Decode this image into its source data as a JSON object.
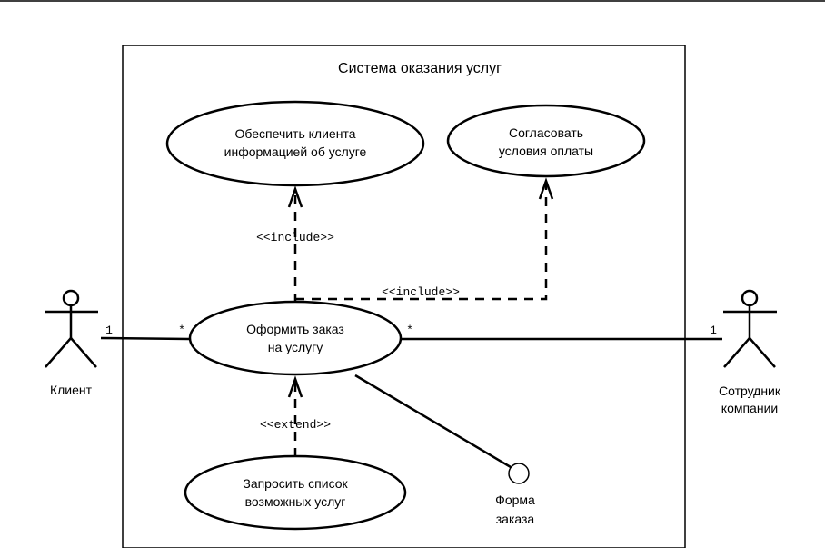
{
  "system": {
    "title": "Система оказания услуг"
  },
  "actors": {
    "client": {
      "name": "Клиент",
      "multiplicity": "1"
    },
    "employee": {
      "name_line1": "Сотрудник",
      "name_line2": "компании",
      "multiplicity": "1"
    }
  },
  "use_cases": {
    "provide_info": {
      "line1": "Обеспечить клиента",
      "line2": "информацией об услуге"
    },
    "agree_payment": {
      "line1": "Согласовать",
      "line2": "условия оплаты"
    },
    "place_order": {
      "line1": "Оформить заказ",
      "line2": "на услугу",
      "multiplicity_left": "*",
      "multiplicity_right": "*"
    },
    "request_list": {
      "line1": "Запросить список",
      "line2": "возможных услуг"
    }
  },
  "relations": {
    "include_1": "<<include>>",
    "include_2": "<<include>>",
    "extend": "<<extend>>"
  },
  "interface": {
    "line1": "Форма",
    "line2": "заказа"
  },
  "colors": {
    "stroke": "#000000",
    "background": "#ffffff"
  }
}
